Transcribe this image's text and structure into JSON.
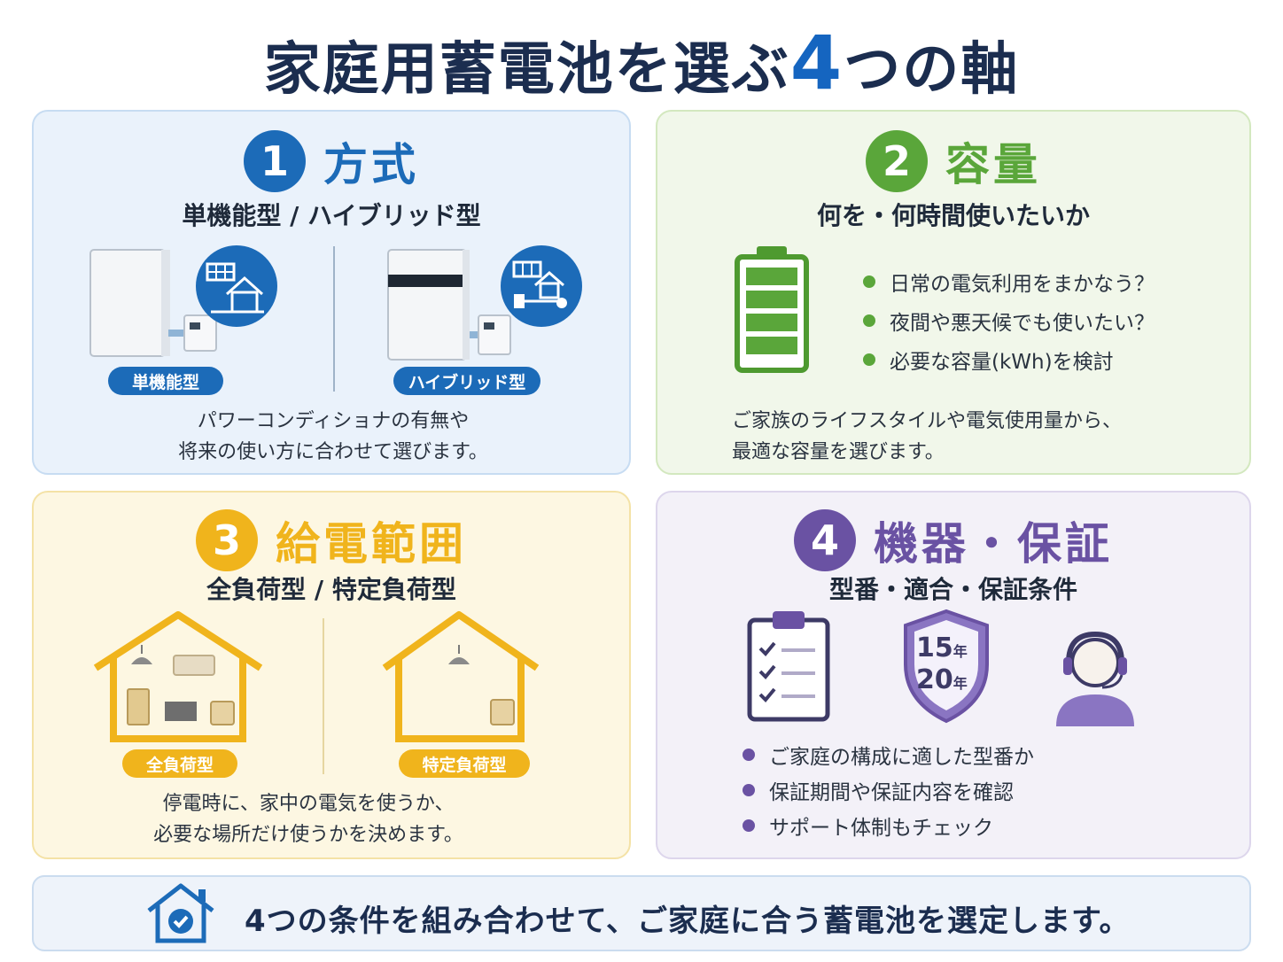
{
  "title": {
    "main": "家庭用蓄電池を選ぶ",
    "num": "4",
    "tail": "つの軸"
  },
  "panels": [
    {
      "number": "1",
      "title": "方式",
      "subtitle": "単機能型 / ハイブリッド型",
      "labels": [
        "単機能型",
        "ハイブリッド型"
      ],
      "description": [
        "パワーコンディショナの有無や",
        "将来の使い方に合わせて選びます。"
      ],
      "color": "#1c6bb8"
    },
    {
      "number": "2",
      "title": "容量",
      "subtitle": "何を・何時間使いたいか",
      "bullets": [
        "日常の電気利用をまかなう？",
        "夜間や悪天候でも使いたい？",
        "必要な容量(kWh)を検討"
      ],
      "description": [
        "ご家族のライフスタイルや電気使用量から、",
        "最適な容量を選びます。"
      ],
      "color": "#5aa63a"
    },
    {
      "number": "3",
      "title": "給電範囲",
      "subtitle": "全負荷型 / 特定負荷型",
      "labels": [
        "全負荷型",
        "特定負荷型"
      ],
      "description": [
        "停電時に、家中の電気を使うか、",
        "必要な場所だけ使うかを決めます。"
      ],
      "color": "#f0b41c"
    },
    {
      "number": "4",
      "title": "機器・保証",
      "subtitle": "型番・適合・保証条件",
      "shield_years": [
        "15",
        "20"
      ],
      "year_unit": "年",
      "bullets": [
        "ご家庭の構成に適した型番か",
        "保証期間や保証内容を確認",
        "サポート体制もチェック"
      ],
      "color": "#6a52a3"
    }
  ],
  "footer": {
    "text": "4つの条件を組み合わせて、ご家庭に合う蓄電池を選定します。"
  },
  "icons": [
    "solar-house-icon",
    "solar-plug-icon",
    "battery-icon",
    "clipboard-check-icon",
    "shield-icon",
    "support-agent-icon",
    "house-check-icon",
    "ceiling-lamp-icon",
    "outlet-icon"
  ]
}
